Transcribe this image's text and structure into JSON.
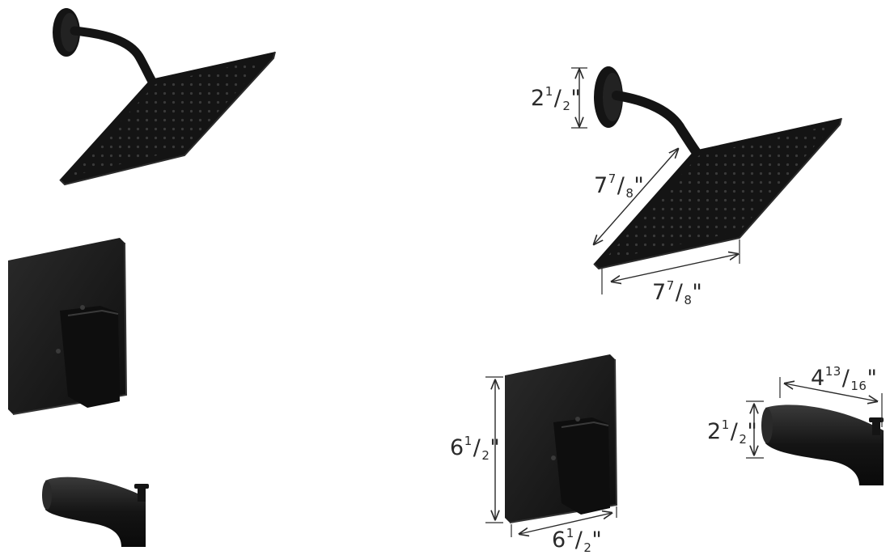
{
  "colors": {
    "finish": "#141414",
    "finish_highlight": "#3a3a3a",
    "dimension_line": "#2a2a2a",
    "background": "#ffffff"
  },
  "dimensions": {
    "arm_height": {
      "whole": "2",
      "num": "1",
      "den": "2",
      "unit": "\""
    },
    "head_depth": {
      "whole": "7",
      "num": "7",
      "den": "8",
      "unit": "\""
    },
    "head_width": {
      "whole": "7",
      "num": "7",
      "den": "8",
      "unit": "\""
    },
    "plate_height": {
      "whole": "6",
      "num": "1",
      "den": "2",
      "unit": "\""
    },
    "plate_width": {
      "whole": "6",
      "num": "1",
      "den": "2",
      "unit": "\""
    },
    "spout_height": {
      "whole": "2",
      "num": "1",
      "den": "2",
      "unit": "\""
    },
    "spout_length": {
      "whole": "4",
      "num": "13",
      "den": "16",
      "unit": "\""
    }
  }
}
